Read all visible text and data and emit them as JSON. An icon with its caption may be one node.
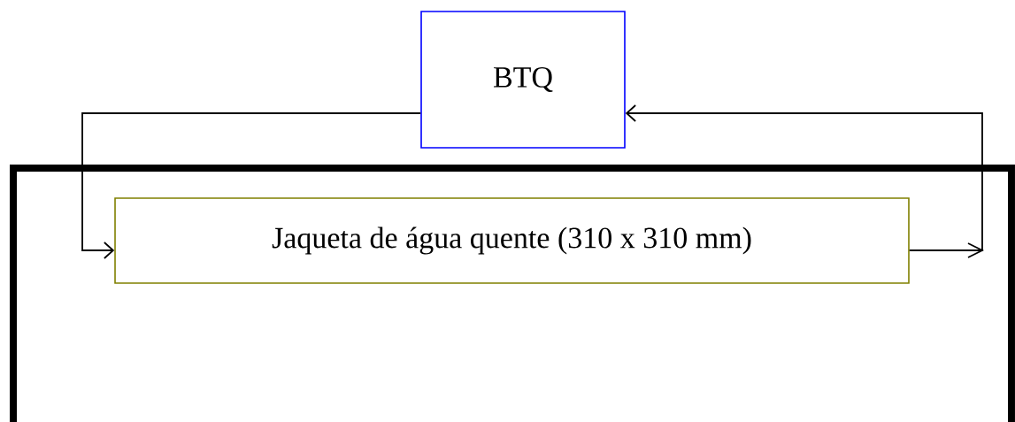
{
  "diagram": {
    "nodes": [
      {
        "text": [
          "BTQ"
        ]
      },
      {
        "text": [
          "Jaqueta de água quente  (310 x 310 mm)"
        ]
      }
    ],
    "edges": [
      {
        "from": 0,
        "to": 1,
        "arrow": "to"
      },
      {
        "from": 1,
        "to": 0,
        "arrow": "to"
      }
    ]
  }
}
